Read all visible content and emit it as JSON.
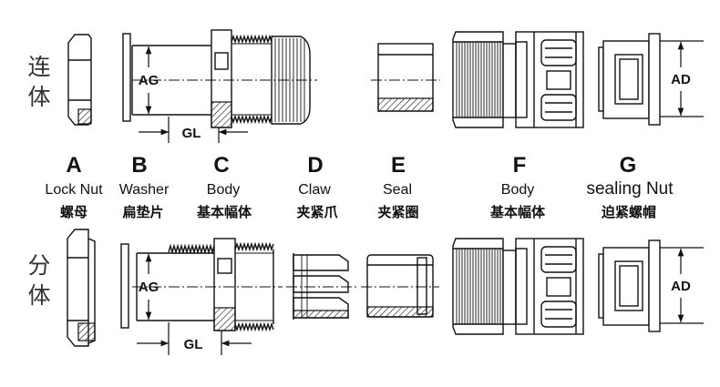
{
  "side_labels": {
    "assembled": "连体",
    "separated": "分体"
  },
  "parts": [
    {
      "letter": "A",
      "name": "Lock Nut",
      "name_cn": "螺母"
    },
    {
      "letter": "B",
      "name": "Washer",
      "name_cn": "扁垫片"
    },
    {
      "letter": "C",
      "name": "Body",
      "name_cn": "基本幅体"
    },
    {
      "letter": "D",
      "name": "Claw",
      "name_cn": "夹紧爪"
    },
    {
      "letter": "E",
      "name": "Seal",
      "name_cn": "夹紧圈"
    },
    {
      "letter": "F",
      "name": "Body",
      "name_cn": "基本幅体"
    },
    {
      "letter": "G",
      "name": "sealing Nut",
      "name_cn": "迫紧螺帽"
    }
  ],
  "dimensions": {
    "ag": "AG",
    "gl": "GL",
    "ad": "AD"
  }
}
